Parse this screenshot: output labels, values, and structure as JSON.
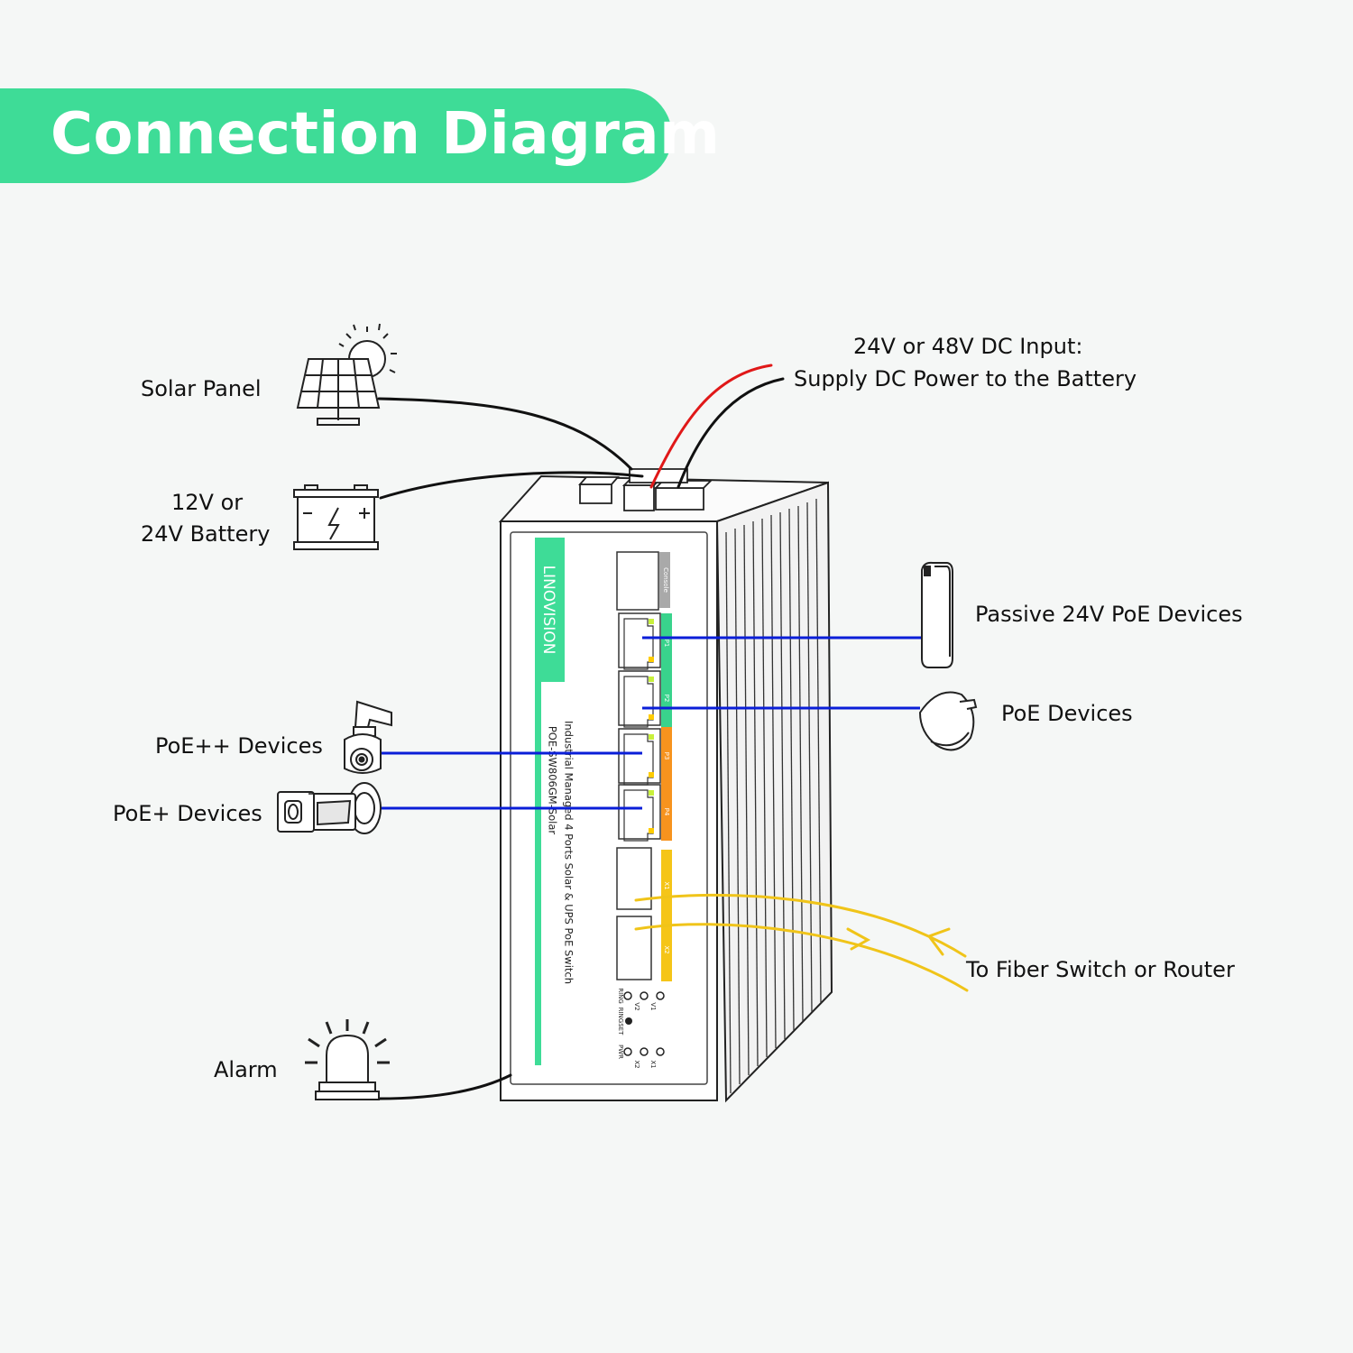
{
  "title": "Connection Diagram",
  "labels": {
    "solar_panel": "Solar Panel",
    "battery_line1": "12V or",
    "battery_line2": "24V Battery",
    "dc_input_line1": "24V or 48V DC Input:",
    "dc_input_line2": "Supply DC Power to the Battery",
    "passive_poe": "Passive 24V PoE Devices",
    "poe_devices": "PoE Devices",
    "poe_plus_plus": "PoE++ Devices",
    "poe_plus": "PoE+ Devices",
    "fiber": "To Fiber Switch or Router",
    "alarm": "Alarm"
  },
  "device": {
    "brand": "LINOVISION",
    "description": "Industrial Managed 4 Ports Solar & UPS PoE Switch",
    "model": "POE-SW806GM-Solar",
    "console_label": "Console",
    "port_labels": [
      "P1",
      "P2",
      "P3",
      "P4"
    ],
    "fiber_port_labels": [
      "X1",
      "X2"
    ],
    "led_labels": [
      "V1",
      "V2",
      "RING",
      "RINGSET",
      "X1",
      "X2",
      "PWR"
    ]
  },
  "colors": {
    "brand_green": "#3edc97",
    "poe_green": "#39d38c",
    "poe_orange": "#f7931e",
    "fiber_yellow": "#f5c518",
    "console_gray": "#a9a9a9",
    "ethernet_blue": "#0a1ed8",
    "power_red": "#e01818",
    "fiber_line": "#f0c419"
  },
  "icons": [
    "solar-panel-icon",
    "battery-icon",
    "ptz-camera-icon",
    "bullet-camera-icon",
    "outdoor-ap-icon",
    "dome-ap-icon",
    "alarm-beacon-icon"
  ]
}
